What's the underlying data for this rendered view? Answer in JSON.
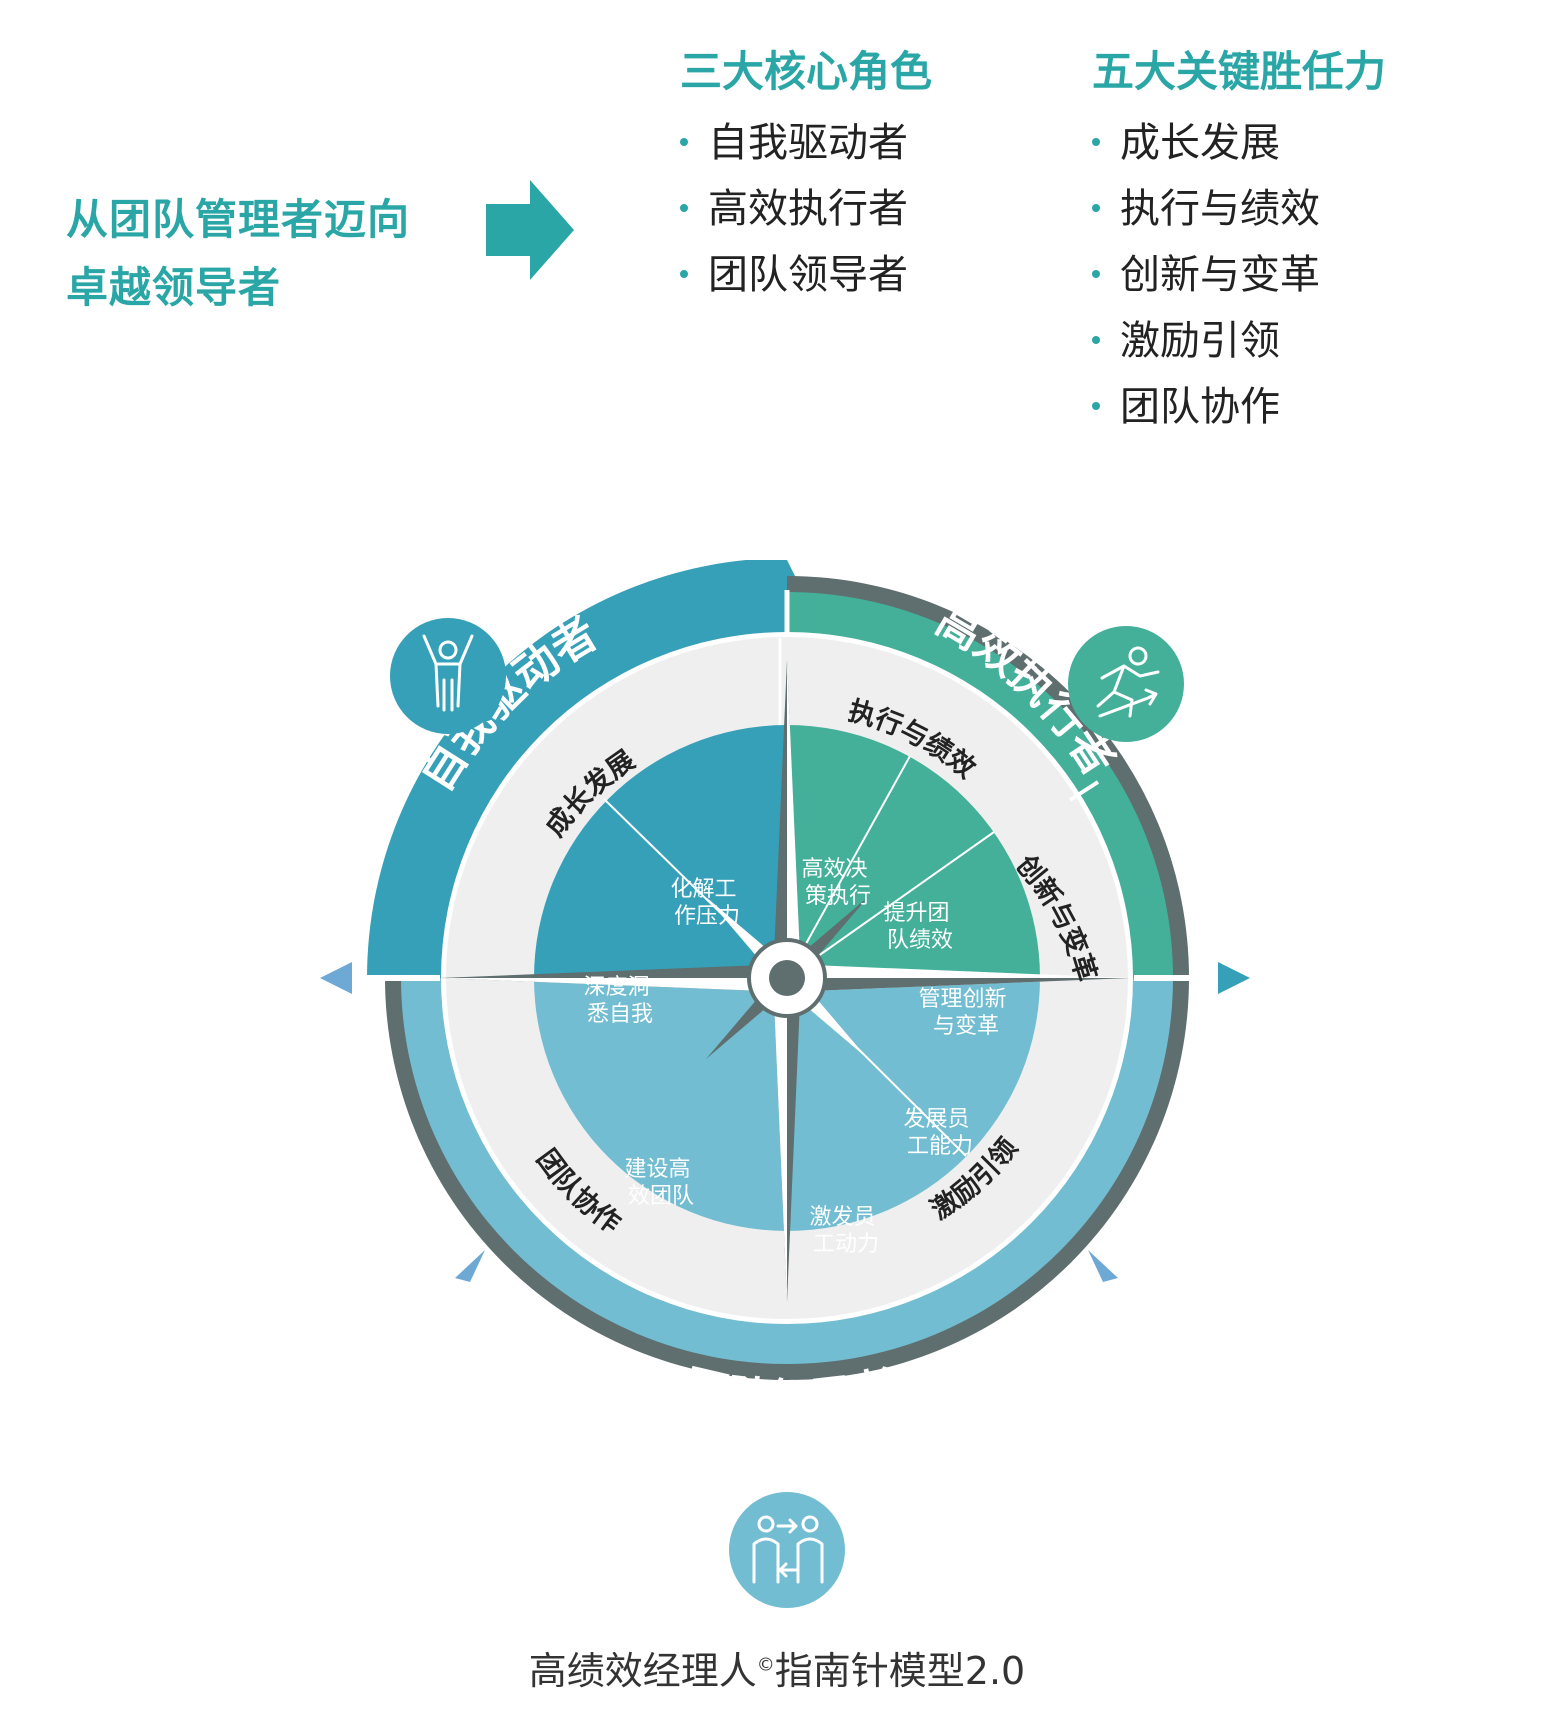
{
  "tagline": {
    "line1": "从团队管理者迈向",
    "line2": "卓越领导者"
  },
  "roles": {
    "heading": "三大核心角色",
    "items": [
      "自我驱动者",
      "高效执行者",
      "团队领导者"
    ]
  },
  "competencies": {
    "heading": "五大关键胜任力",
    "items": [
      "成长发展",
      "执行与绩效",
      "创新与变革",
      "激励引领",
      "团队协作"
    ]
  },
  "diagram": {
    "outer": {
      "top_left": "自我驱动者",
      "top_right": "高效执行者",
      "bottom": "团队领导者"
    },
    "middle": {
      "growth": "成长发展",
      "execution": "执行与绩效",
      "innovation": "创新与变革",
      "motivation": "激励引领",
      "teamwork": "团队协作"
    },
    "inner": {
      "relieve_stress": [
        "化解工",
        "作压力"
      ],
      "self_insight": [
        "深度洞",
        "悉自我"
      ],
      "decision": [
        "高效决",
        "策执行"
      ],
      "improve_perf": [
        "提升团",
        "队绩效"
      ],
      "manage_innov": [
        "管理创新",
        "与变革"
      ],
      "develop_ability": [
        "发展员",
        "工能力"
      ],
      "motivate_staff": [
        "激发员",
        "工动力"
      ],
      "build_team": [
        "建设高",
        "效团队"
      ]
    },
    "icons": [
      "person-arms-up-icon",
      "runner-icon",
      "two-people-exchange-icon"
    ]
  },
  "colors": {
    "teal": "#2aa6a6",
    "blue": "#35a0b8",
    "green": "#44b09a",
    "light_blue": "#72bdd1",
    "ring_gray": "#5f6e6e",
    "band_light": "#efefef"
  },
  "caption": {
    "text": "高绩效经理人",
    "mark": "©",
    "rest": "指南针模型2.0"
  }
}
